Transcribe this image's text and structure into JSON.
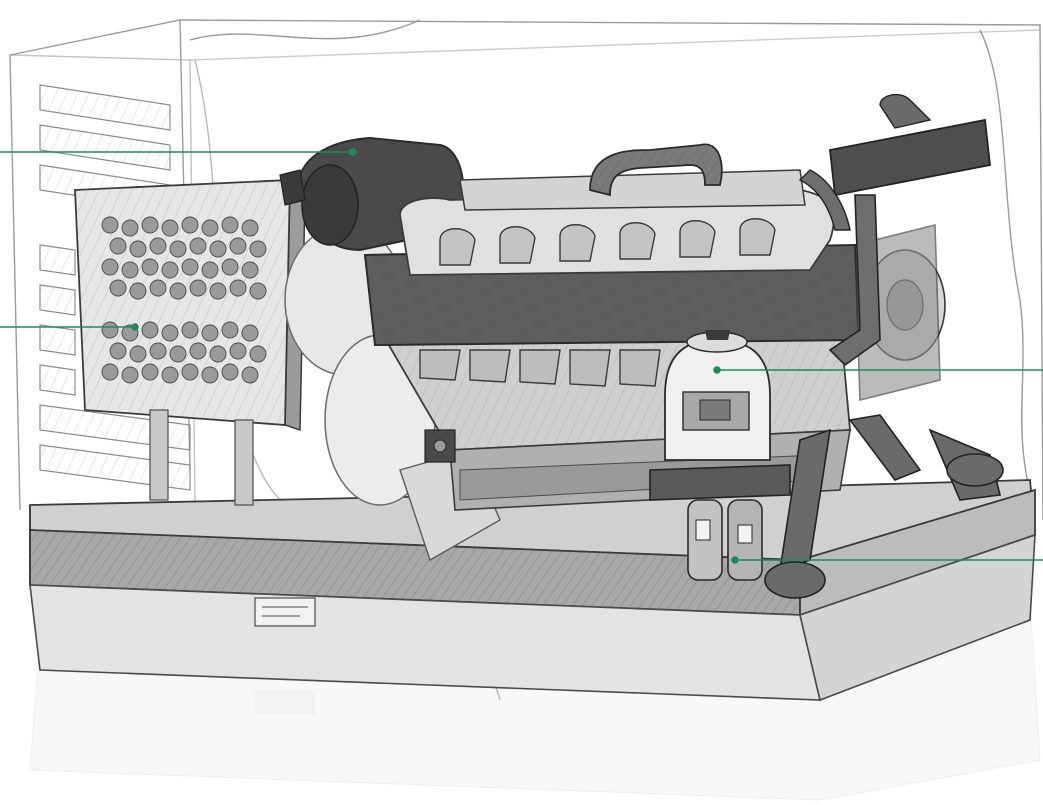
{
  "colors": {
    "leader": "#1e8a5a",
    "outline": "#3a3a3a",
    "sketch": "#8a8a8a",
    "light_fill": "#e4e4e4",
    "mid_fill": "#b8b8b8",
    "dark_fill": "#5a5a5a",
    "darkest_fill": "#3c3c3c"
  },
  "callouts": [
    {
      "id": "air-filter",
      "anchor_side": "left"
    },
    {
      "id": "radiator",
      "anchor_side": "left"
    },
    {
      "id": "fuel-water-separator",
      "anchor_side": "right"
    },
    {
      "id": "fuel-filters",
      "anchor_side": "right"
    }
  ]
}
